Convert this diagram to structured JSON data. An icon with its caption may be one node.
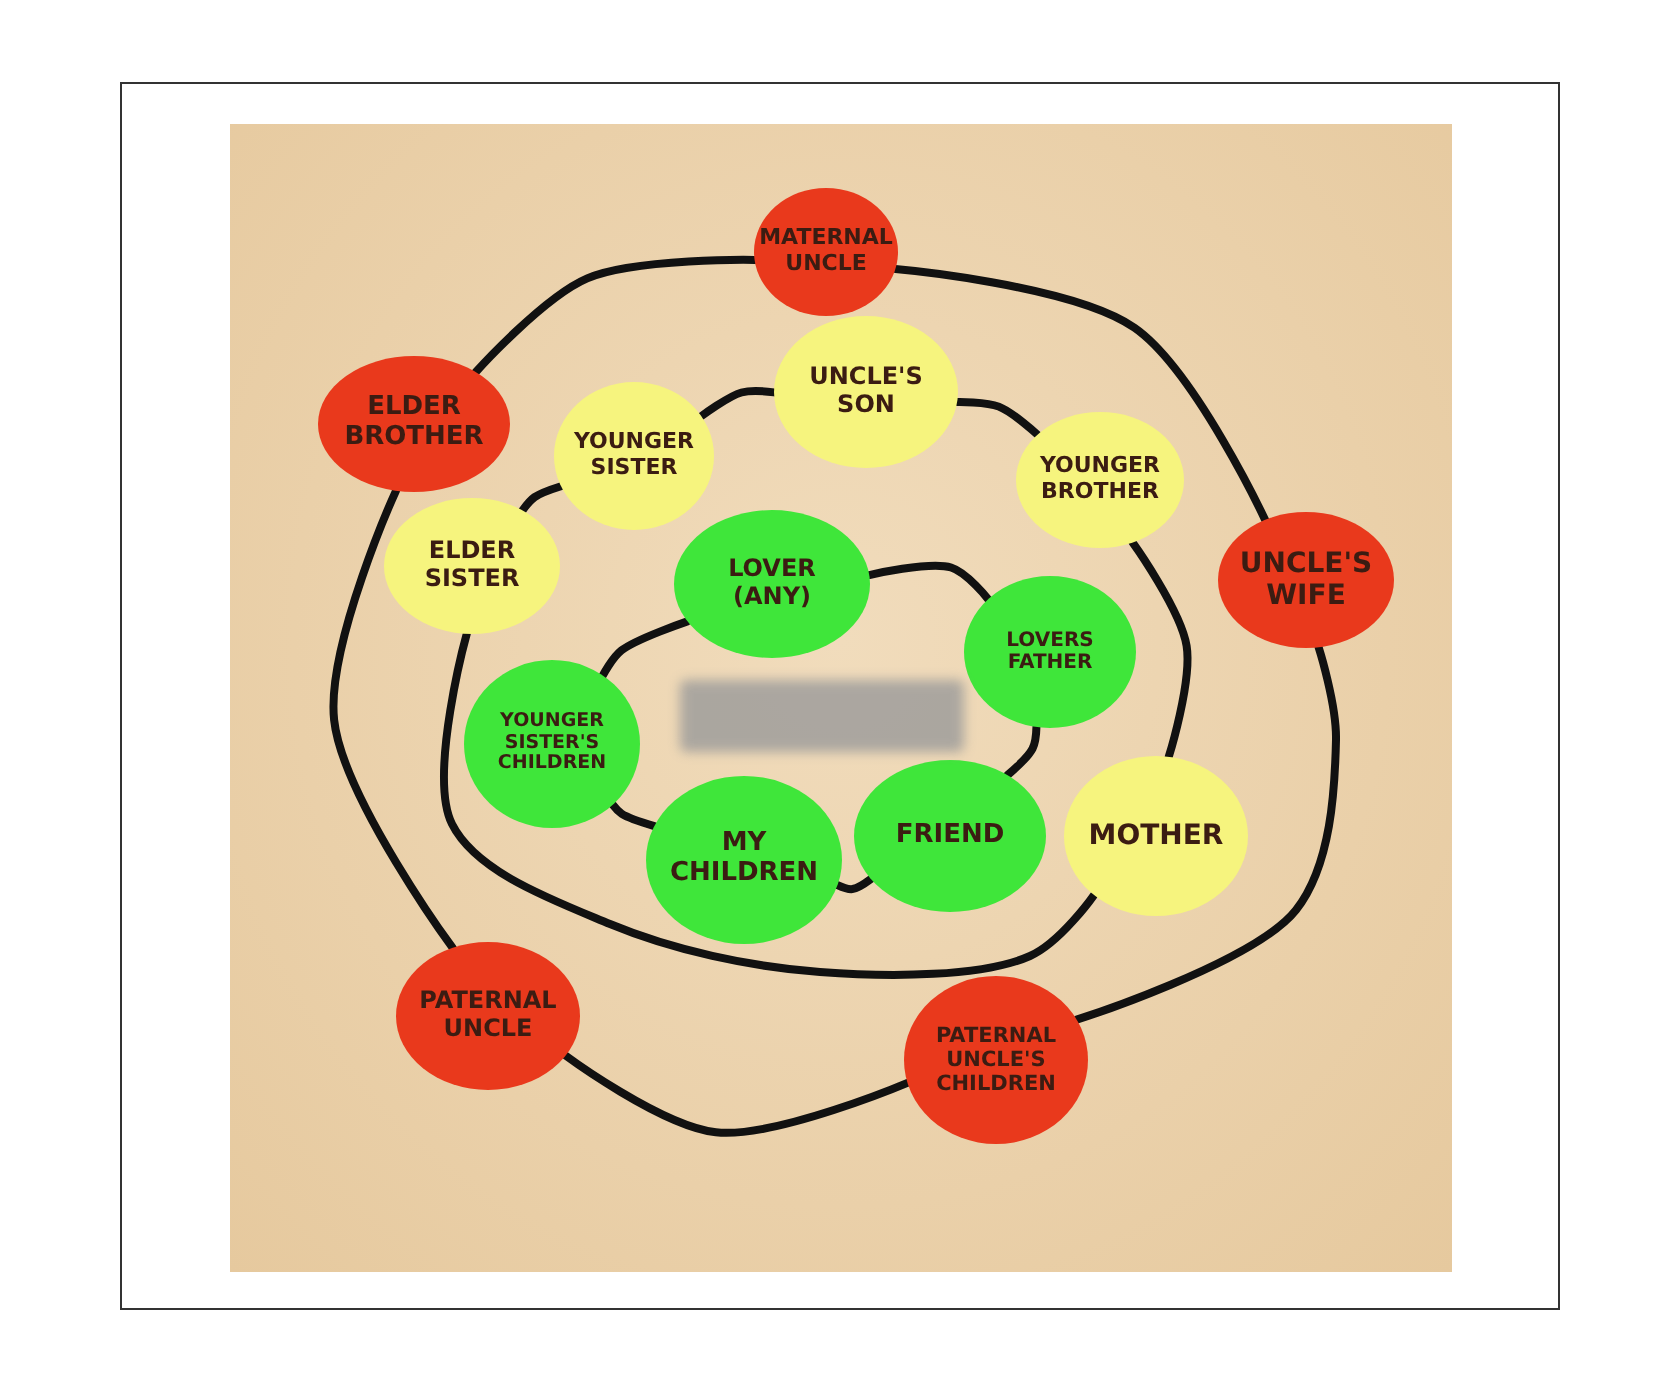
{
  "diagram": {
    "nodes": [
      {
        "text": [
          "MATERNAL UNCLE"
        ]
      },
      {
        "text": [
          "UNCLE'S SON"
        ]
      },
      {
        "text": [
          "ELDER BROTHER"
        ]
      },
      {
        "text": [
          "YOUNGER SISTER"
        ]
      },
      {
        "text": [
          "YOUNGER BROTHER"
        ]
      },
      {
        "text": [
          "ELDER SISTER"
        ]
      },
      {
        "text": [
          "UNCLE'S WIFE"
        ]
      },
      {
        "text": [
          "LOVER (ANY)"
        ]
      },
      {
        "text": [
          "LOVERS FATHER"
        ]
      },
      {
        "text": [
          "YOUNGER SISTER'S CHILDREN"
        ]
      },
      {
        "text": [
          "MOTHER"
        ]
      },
      {
        "text": [
          "FRIEND"
        ]
      },
      {
        "text": [
          "MY CHILDREN"
        ]
      },
      {
        "text": [
          "PATERNAL UNCLE"
        ]
      },
      {
        "text": [
          "PATERNAL UNCLE'S CHILDREN"
        ]
      },
      {
        "text": [],
        "shape": "box"
      }
    ],
    "edges": [
      {
        "from": 0,
        "to": 6,
        "arrow": "none"
      },
      {
        "from": 6,
        "to": 14,
        "arrow": "none"
      },
      {
        "from": 14,
        "to": 13,
        "arrow": "none"
      },
      {
        "from": 13,
        "to": 2,
        "arrow": "none"
      },
      {
        "from": 2,
        "to": 0,
        "arrow": "none"
      },
      {
        "from": 3,
        "to": 1,
        "arrow": "none"
      },
      {
        "from": 1,
        "to": 4,
        "arrow": "none"
      },
      {
        "from": 4,
        "to": 10,
        "arrow": "none"
      },
      {
        "from": 10,
        "to": 5,
        "arrow": "none"
      },
      {
        "from": 5,
        "to": 3,
        "arrow": "none"
      },
      {
        "from": 7,
        "to": 8,
        "arrow": "none"
      },
      {
        "from": 8,
        "to": 11,
        "arrow": "none"
      },
      {
        "from": 11,
        "to": 12,
        "arrow": "none"
      },
      {
        "from": 12,
        "to": 9,
        "arrow": "none"
      },
      {
        "from": 9,
        "to": 7,
        "arrow": "none"
      }
    ]
  }
}
